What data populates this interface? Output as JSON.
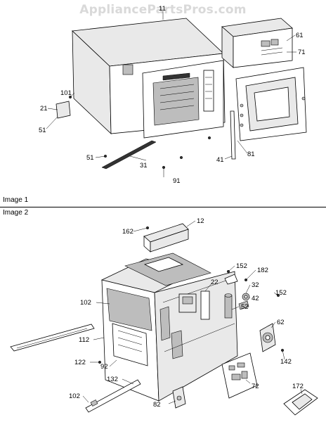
{
  "watermark": "AppliancePartsPros.com",
  "sections": [
    {
      "label": "Image 1"
    },
    {
      "label": "Image 2"
    }
  ],
  "parts_image1": [
    "11",
    "61",
    "71",
    "101",
    "21",
    "51",
    "51",
    "31",
    "91",
    "41",
    "81"
  ],
  "parts_image2": [
    "162",
    "12",
    "152",
    "182",
    "22",
    "32",
    "42",
    "152",
    "102",
    "52",
    "62",
    "112",
    "122",
    "92",
    "142",
    "132",
    "102",
    "72",
    "82",
    "172"
  ]
}
